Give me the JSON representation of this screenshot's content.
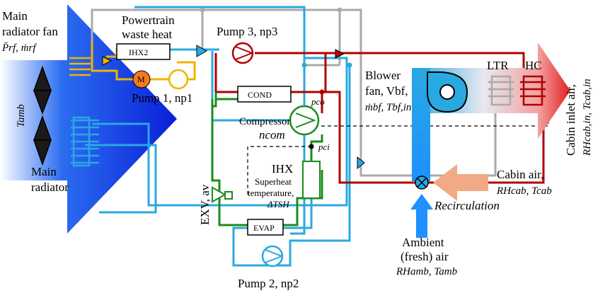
{
  "labels": {
    "main_radiator_fan": [
      "Main",
      "radiator fan"
    ],
    "fan_symbols": "P̄rf, ṁrf",
    "t_amb": "Tamb",
    "main_radiator": [
      "Main",
      "radiator"
    ],
    "powertrain": [
      "Powertrain",
      "waste heat"
    ],
    "ihx2": "IHX2",
    "pump1_motor": "M",
    "pump1": "Pump 1, np1",
    "pump3": "Pump 3, np3",
    "cond": "COND",
    "p_co": "pco",
    "compressor": [
      "Compressor",
      "ncom"
    ],
    "p_ci": "pci",
    "ihx": "IHX",
    "exv": "EXV, av",
    "superheat": [
      "Superheat",
      "temperature,",
      "ΔTSH"
    ],
    "evap": "EVAP",
    "pump2": "Pump 2, np2",
    "blower": [
      "Blower",
      "fan, Vbf,",
      "ṁbf, Tbf,in"
    ],
    "ltr": "LTR",
    "hc": "HC",
    "cabin_inlet": [
      "Cabin inlet air,",
      "RHcab,in, Tcab,in"
    ],
    "cabin_air": [
      "Cabin air,",
      "RHcab, Tcab"
    ],
    "recirculation": "Recirculation",
    "ambient": [
      "Ambient",
      "(fresh) air",
      "RHamb, Tamb"
    ]
  },
  "colors": {
    "coolant_cold": "#29a9e1",
    "refrigerant_low": "#1a8c1a",
    "refrigerant_high": "#b00000",
    "powertrain_loop": "#f0b400",
    "bypass": "#aaaaaa",
    "radiator_fan_arrow": "#0a2bd8",
    "cabin_air_arrow": "#f2a986",
    "hot_air": "#e41f1f"
  }
}
